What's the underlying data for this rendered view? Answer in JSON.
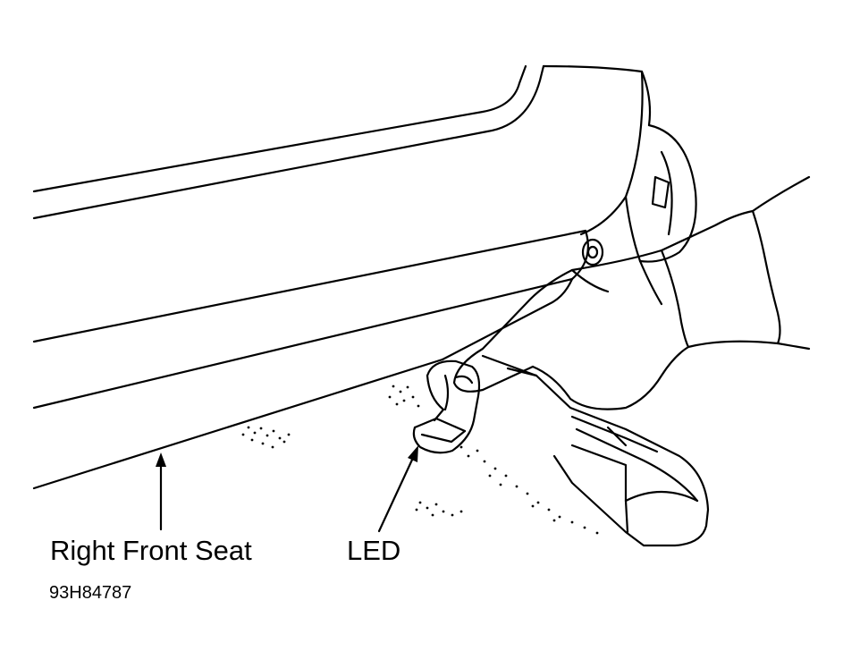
{
  "labels": {
    "seat": "Right Front Seat",
    "led": "LED",
    "figure_id": "93H84787"
  },
  "colors": {
    "ink": "#000000",
    "paper": "#ffffff"
  }
}
